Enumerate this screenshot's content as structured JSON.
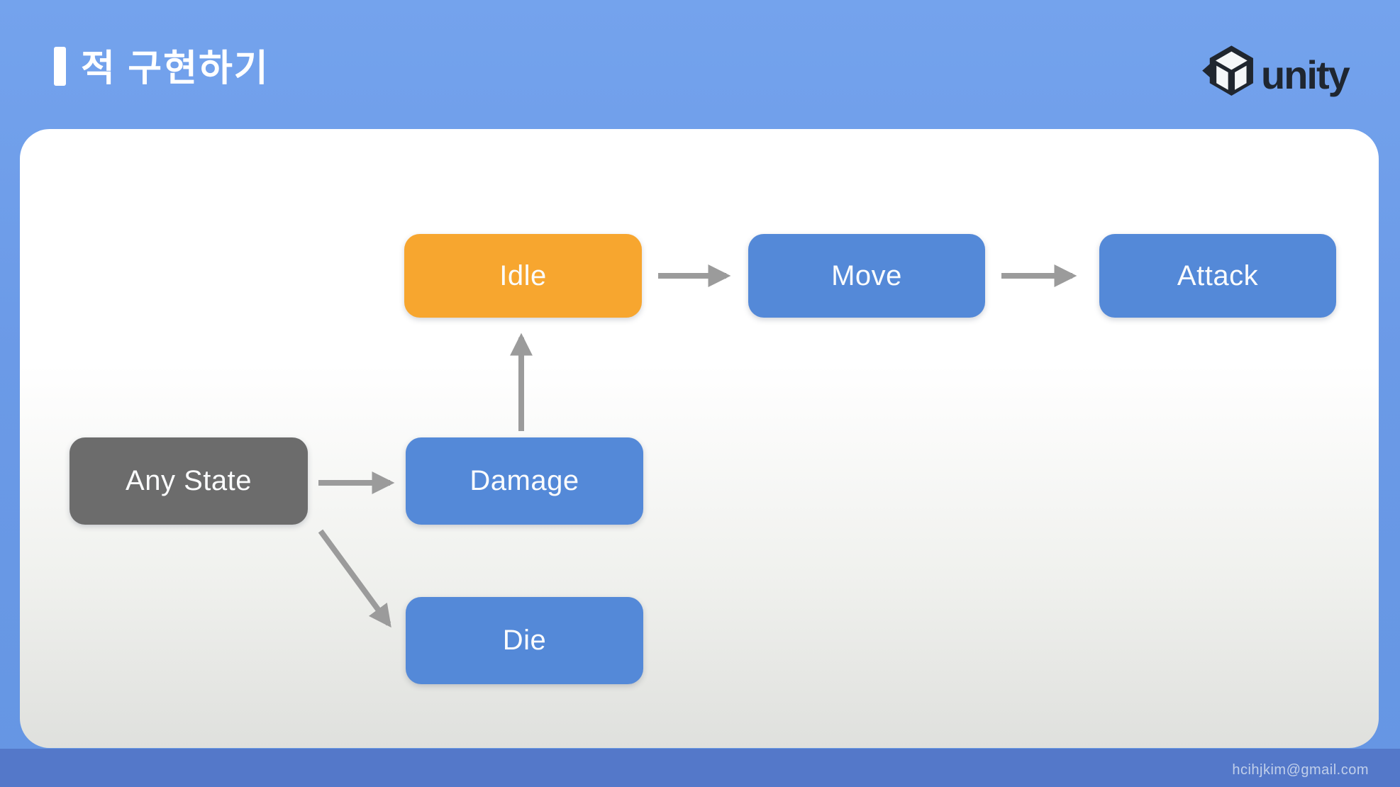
{
  "header": {
    "title": "적 구현하기",
    "logo": {
      "name": "Unity",
      "wordmark": "unity"
    }
  },
  "diagram": {
    "type": "state-machine",
    "nodes": [
      {
        "id": "idle",
        "label": "Idle",
        "color": "#F7A62F"
      },
      {
        "id": "move",
        "label": "Move",
        "color": "#5489D8"
      },
      {
        "id": "attack",
        "label": "Attack",
        "color": "#5489D8"
      },
      {
        "id": "any_state",
        "label": "Any State",
        "color": "#6C6C6C"
      },
      {
        "id": "damage",
        "label": "Damage",
        "color": "#5489D8"
      },
      {
        "id": "die",
        "label": "Die",
        "color": "#5489D8"
      }
    ],
    "edges": [
      {
        "from": "Idle",
        "to": "Move"
      },
      {
        "from": "Move",
        "to": "Attack"
      },
      {
        "from": "Any State",
        "to": "Damage"
      },
      {
        "from": "Damage",
        "to": "Idle"
      },
      {
        "from": "Any State",
        "to": "Die"
      }
    ]
  },
  "footer": {
    "email": "hcihjkim@gmail.com"
  },
  "colors": {
    "background_top": "#74A3ED",
    "background_bottom": "#6596E3",
    "footer_band": "#5478C9",
    "card_top": "#FFFFFF",
    "card_bottom": "#DFE0DD",
    "accent_orange": "#F7A62F",
    "node_blue": "#5489D8",
    "node_gray": "#6C6C6C",
    "arrow_gray": "#9B9B9B",
    "title_text": "#FFFFFF",
    "logo_text": "#1F2630"
  }
}
